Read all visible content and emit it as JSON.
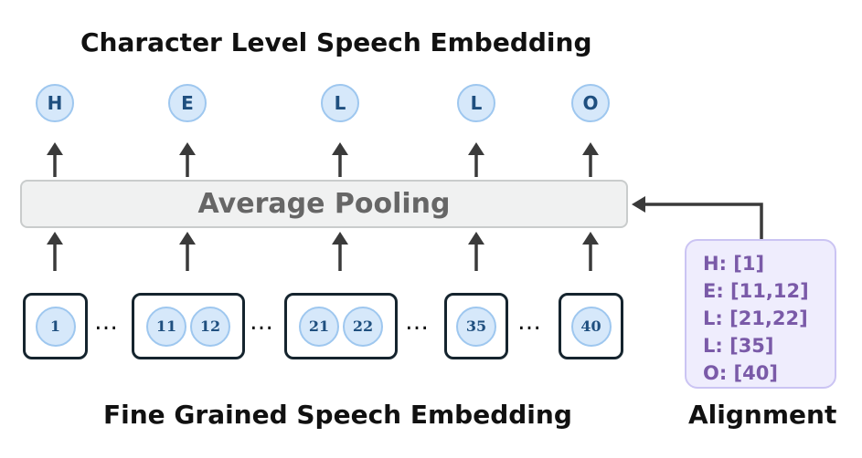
{
  "diagram": {
    "top_title": "Character Level Speech Embedding",
    "bottom_title": "Fine Grained Speech Embedding",
    "alignment_title": "Alignment",
    "pooling_label": "Average Pooling",
    "characters": [
      "H",
      "E",
      "L",
      "L",
      "O"
    ],
    "frame_groups": [
      [
        "1"
      ],
      [
        "11",
        "12"
      ],
      [
        "21",
        "22"
      ],
      [
        "35"
      ],
      [
        "40"
      ]
    ],
    "ellipsis": "…",
    "alignment": [
      "H: [1]",
      "E: [11,12]",
      "L: [21,22]",
      "L: [35]",
      "O: [40]"
    ]
  },
  "colors": {
    "circle_fill": "#d6e8fa",
    "circle_border": "#9ec7ef",
    "circle_text": "#1f4f7f",
    "pooling_fill": "#f0f1f1",
    "alignment_fill": "#efedfd",
    "alignment_text": "#7a5aa8",
    "arrow": "#3a3a3a"
  }
}
